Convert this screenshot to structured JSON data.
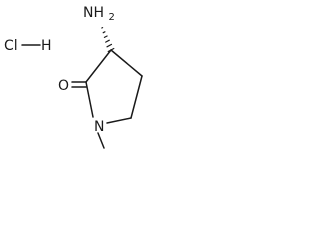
{
  "molecule": {
    "salt": {
      "chlorine": "Cl",
      "hydrogen": "H"
    },
    "atoms": {
      "amino": "NH2",
      "oxygen": "O",
      "nitrogen": "N"
    }
  }
}
